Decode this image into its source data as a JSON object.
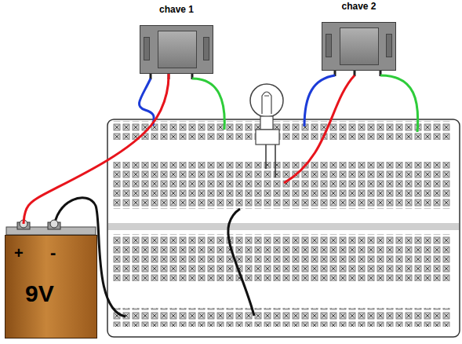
{
  "diagram": {
    "nodes": [
      {
        "text": [
          "chave 1"
        ]
      },
      {
        "text": [
          "chave 2"
        ]
      },
      {
        "text": [
          "+",
          "-",
          "9V"
        ]
      }
    ],
    "edges": [
      {
        "from": 2,
        "to": 0,
        "arrow": "none"
      }
    ]
  }
}
